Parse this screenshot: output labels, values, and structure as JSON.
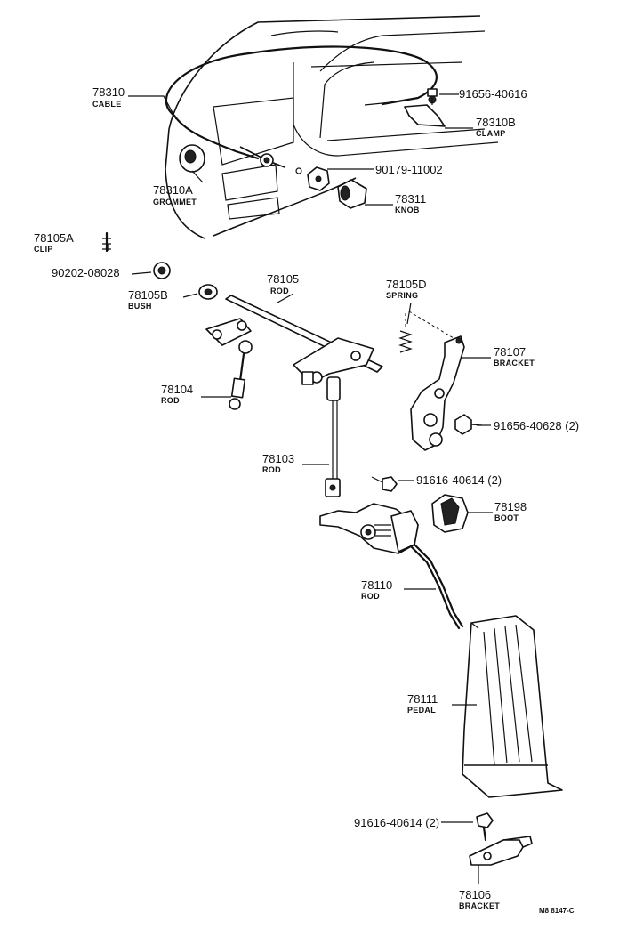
{
  "labels": [
    {
      "id": "78310",
      "num": "78310",
      "name": "CABLE"
    },
    {
      "id": "91656-40616",
      "num": "91656-40616",
      "name": ""
    },
    {
      "id": "78310B",
      "num": "78310B",
      "name": "CLAMP"
    },
    {
      "id": "90179-11002",
      "num": "90179-11002",
      "name": ""
    },
    {
      "id": "78310A",
      "num": "78310A",
      "name": "GROMMET"
    },
    {
      "id": "78311",
      "num": "78311",
      "name": "KNOB"
    },
    {
      "id": "78105A",
      "num": "78105A",
      "name": "CLIP"
    },
    {
      "id": "90202-08028",
      "num": "90202-08028",
      "name": ""
    },
    {
      "id": "78105",
      "num": "78105",
      "name": "ROD"
    },
    {
      "id": "78105D",
      "num": "78105D",
      "name": "SPRING"
    },
    {
      "id": "78105B",
      "num": "78105B",
      "name": "BUSH"
    },
    {
      "id": "78107",
      "num": "78107",
      "name": "BRACKET"
    },
    {
      "id": "78104",
      "num": "78104",
      "name": "ROD"
    },
    {
      "id": "91656-40628",
      "num": "91656-40628 (2)",
      "name": ""
    },
    {
      "id": "78103",
      "num": "78103",
      "name": "ROD"
    },
    {
      "id": "91616-40614a",
      "num": "91616-40614 (2)",
      "name": ""
    },
    {
      "id": "78198",
      "num": "78198",
      "name": "BOOT"
    },
    {
      "id": "78110",
      "num": "78110",
      "name": "ROD"
    },
    {
      "id": "78111",
      "num": "78111",
      "name": "PEDAL"
    },
    {
      "id": "91616-40614b",
      "num": "91616-40614 (2)",
      "name": ""
    },
    {
      "id": "78106",
      "num": "78106",
      "name": "BRACKET"
    }
  ],
  "footer": {
    "code": "M8 8147-C"
  }
}
